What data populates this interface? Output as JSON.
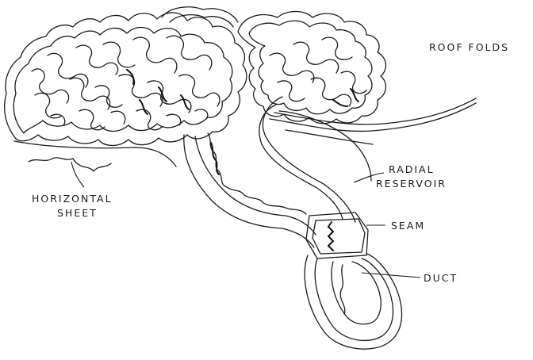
{
  "labels": {
    "roof_folds": "ROOF FOLDS",
    "radial_line1": "RADIAL",
    "radial_line2": "RESERVOIR",
    "seam": "SEAM",
    "duct": "DUCT",
    "horizontal_line1": "HORIZONTAL",
    "horizontal_line2": "SHEET"
  },
  "colors": {
    "ink": "#1a1a1a",
    "background": "#ffffff"
  }
}
